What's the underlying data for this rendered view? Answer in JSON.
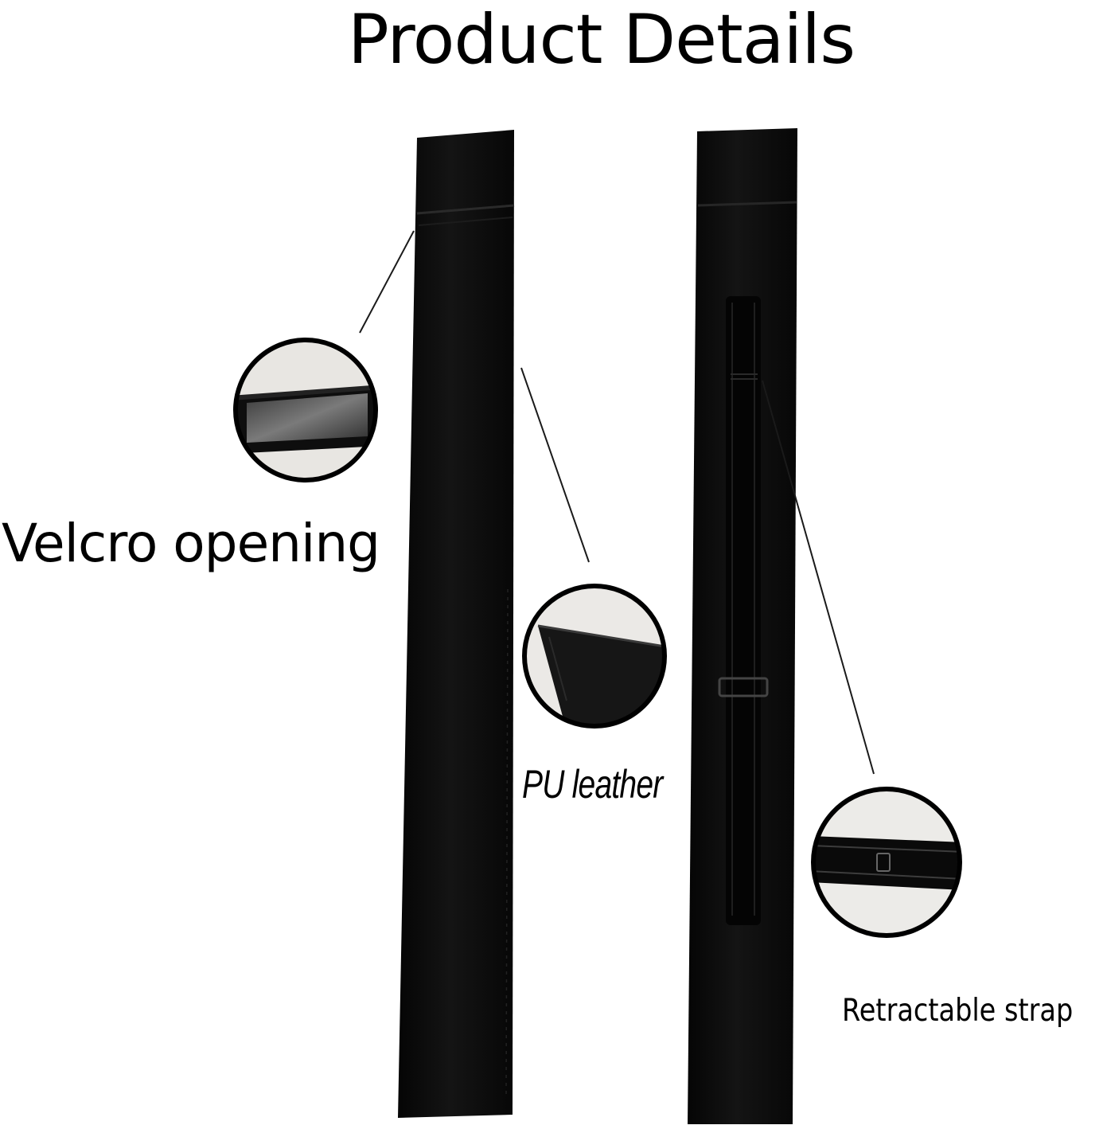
{
  "heading": "Product Details",
  "callouts": {
    "velcro": "Velcro opening",
    "leather": "PU leather",
    "strap": "Retractable strap"
  },
  "colors": {
    "bag": "#0b0b0b",
    "strap": "#050505",
    "line": "#1a1a1a",
    "background": "#ffffff"
  }
}
